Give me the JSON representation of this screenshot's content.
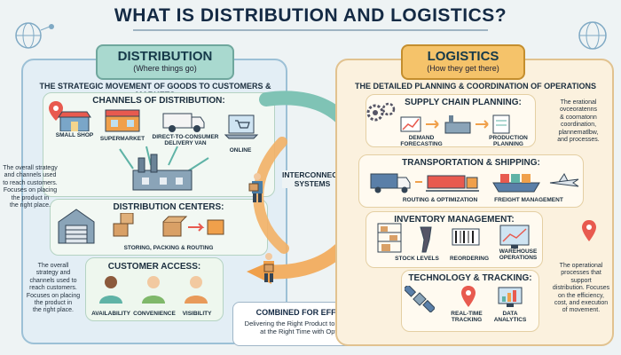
{
  "title": "WHAT IS DISTRIBUTION AND LOGISTICS?",
  "distribution": {
    "ribbon_title": "DISTRIBUTION",
    "ribbon_subtitle": "(Where things go)",
    "headline": "THE STRATEGIC MOVEMENT OF GOODS TO CUSTOMERS & MARKETS",
    "channels": {
      "title": "CHANNELS OF DISTRIBUTION:",
      "labels": {
        "small_shop": "SMALL SHOP",
        "supermarket": "SUPERMARKET",
        "direct": "DIRECT-TO-CONSUMER\nDELIVERY VAN",
        "online": "ONLINE"
      }
    },
    "centers": {
      "title": "DISTRIBUTION CENTERS:",
      "label": "STORING, PACKING & ROUTING"
    },
    "access": {
      "title": "CUSTOMER ACCESS:",
      "labels": {
        "availability": "AVAILABILITY",
        "convenience": "CONVENIENCE",
        "visibility": "VISIBILITY"
      }
    },
    "note_top": "The overall strategy\nand channels used\nto reach customers.\nFocuses on placing\nthe product in\nthe right place.",
    "note_bottom": "The overall\nstrategy and\nchannels used to\nreach customers.\nFocuses on placing\nthe product in\nthe right place."
  },
  "center": {
    "label": "INTERCONNECTED\nSYSTEMS"
  },
  "combined": {
    "title": "COMBINED FOR EFFICIENCY:",
    "text": "Delivering the Right Product to the Right Place\nat the Right Time with Optimal Cost."
  },
  "logistics": {
    "ribbon_title": "LOGISTICS",
    "ribbon_subtitle": "(How they get there)",
    "headline": "THE DETAILED PLANNING & COORDINATION OF OPERATIONS",
    "supply": {
      "title": "SUPPLY CHAIN PLANNING:",
      "labels": {
        "demand": "DEMAND\nFORECASTING",
        "production": "PRODUCTION\nPLANNING"
      }
    },
    "transport": {
      "title": "TRANSPORTATION & SHIPPING:",
      "labels": {
        "routing": "ROUTING & OPTIMIZATION",
        "freight": "FREIGHT MANAGEMENT"
      }
    },
    "inventory": {
      "title": "INVENTORY MANAGEMENT:",
      "labels": {
        "stock": "STOCK LEVELS",
        "reorder": "REORDERING",
        "warehouse": "WAREHOUSE\nOPERATIONS"
      }
    },
    "tech": {
      "title": "TECHNOLOGY & TRACKING:",
      "labels": {
        "realtime": "REAL-TIME\nTRACKING",
        "analytics": "DATA\nANALYTICS"
      }
    },
    "note_top": "The erational\novceoratenns\n& coornatonn\ncoordination,\nplannematlbw,\nand processes.",
    "note_bottom": "The operational\nprocesses that\nsupport\ndistribution. Focuses\non the efficiency,\ncost, and execution\nof movement."
  },
  "colors": {
    "teal": "#5fb3a6",
    "orange": "#f0a04b",
    "navy": "#142a44"
  }
}
